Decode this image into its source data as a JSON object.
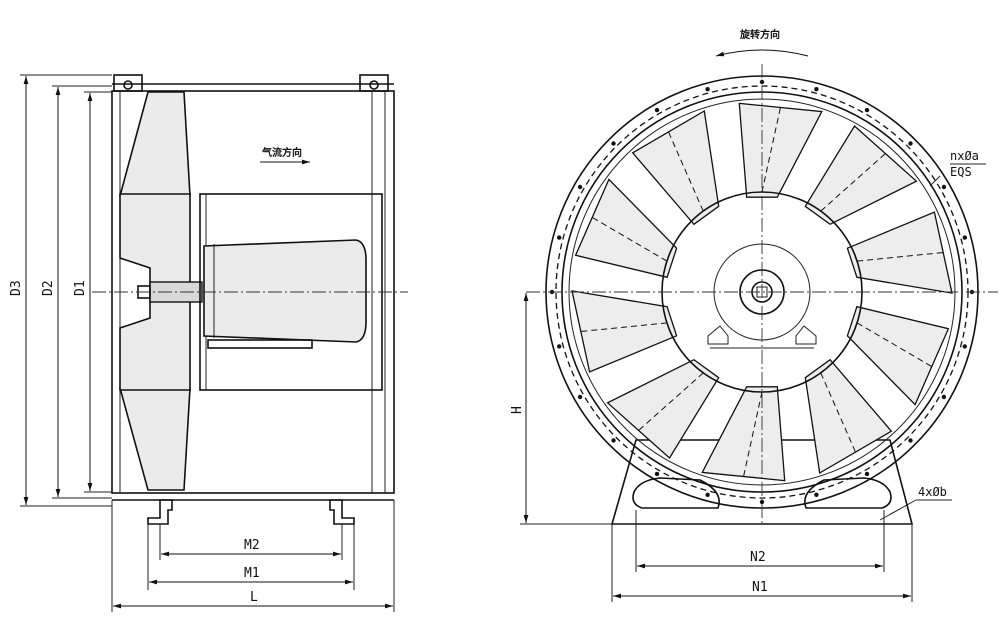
{
  "side_view": {
    "airflow_label": "气流方向",
    "dims": {
      "D3": "D3",
      "D2": "D2",
      "D1": "D1",
      "M2": "M2",
      "M1": "M1",
      "L": "L"
    }
  },
  "front_view": {
    "rotation_label": "旋转方向",
    "hole_note_1": "nxØa",
    "hole_note_2": "EQS",
    "foot_note": "4xØb",
    "dims": {
      "H": "H",
      "N2": "N2",
      "N1": "N1"
    }
  }
}
